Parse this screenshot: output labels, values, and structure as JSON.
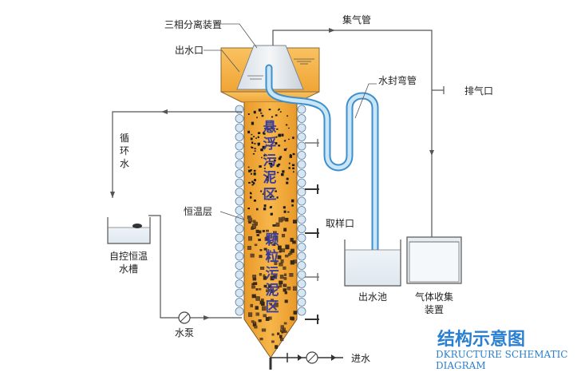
{
  "labels": {
    "three_phase_separator": "三相分离装置",
    "gas_collect_pipe": "集气管",
    "water_outlet": "出水口",
    "water_seal_bend": "水封弯管",
    "exhaust_port": "排气口",
    "circulation_water": [
      "循",
      "环",
      "水"
    ],
    "insulation_layer": "恒温层",
    "sampling_port": "取样口",
    "thermostat_tank": [
      "自控恒温",
      "水槽"
    ],
    "effluent_pool": "出水池",
    "gas_collector": [
      "气体收集",
      "装置"
    ],
    "pump": "水泵",
    "water_inlet": "进水"
  },
  "zones": {
    "suspended_sludge": [
      "悬",
      "浮",
      "污",
      "泥",
      "区"
    ],
    "granular_sludge": [
      "颗",
      "粒",
      "污",
      "泥",
      "区"
    ]
  },
  "brand": {
    "title_cn": "结构示意图",
    "title_en_line1": "DKRUCTURE SCHEMATIC",
    "title_en_line2": "DIAGRAM"
  },
  "colors": {
    "reactor_fill": "#f2a93a",
    "separator_fill": "#f7b64a",
    "pipe_stroke": "#4a9fd8",
    "pipe_fill": "#c9e6f7",
    "line": "#555555",
    "brand": "#2a7fd0",
    "zone_text": "#3b3f9a"
  }
}
